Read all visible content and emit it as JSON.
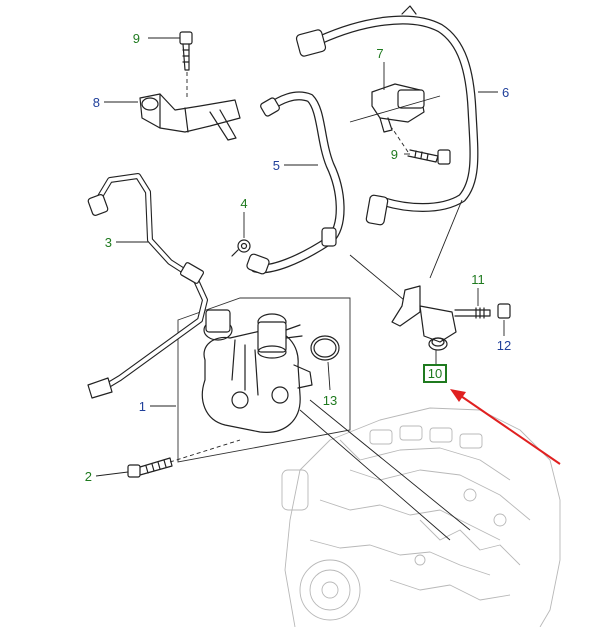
{
  "callouts": [
    {
      "id": "c1",
      "label": "1",
      "color": "blue"
    },
    {
      "id": "c2",
      "label": "2",
      "color": "green"
    },
    {
      "id": "c3",
      "label": "3",
      "color": "green"
    },
    {
      "id": "c4",
      "label": "4",
      "color": "green"
    },
    {
      "id": "c5",
      "label": "5",
      "color": "blue"
    },
    {
      "id": "c6",
      "label": "6",
      "color": "blue"
    },
    {
      "id": "c7",
      "label": "7",
      "color": "green"
    },
    {
      "id": "c8",
      "label": "8",
      "color": "blue"
    },
    {
      "id": "c9a",
      "label": "9",
      "color": "green"
    },
    {
      "id": "c9b",
      "label": "9",
      "color": "green"
    },
    {
      "id": "c10",
      "label": "10",
      "color": "green",
      "highlighted": true
    },
    {
      "id": "c11",
      "label": "11",
      "color": "green"
    },
    {
      "id": "c12",
      "label": "12",
      "color": "blue"
    },
    {
      "id": "c13",
      "label": "13",
      "color": "green"
    }
  ],
  "colors": {
    "green_label": "#1f7a1f",
    "blue_label": "#1f3f9a",
    "highlight_box": "#1f7a1f",
    "pointer_arrow": "#e02020",
    "line_art": "#222222",
    "engine_ghost": "#b8b8b8"
  }
}
